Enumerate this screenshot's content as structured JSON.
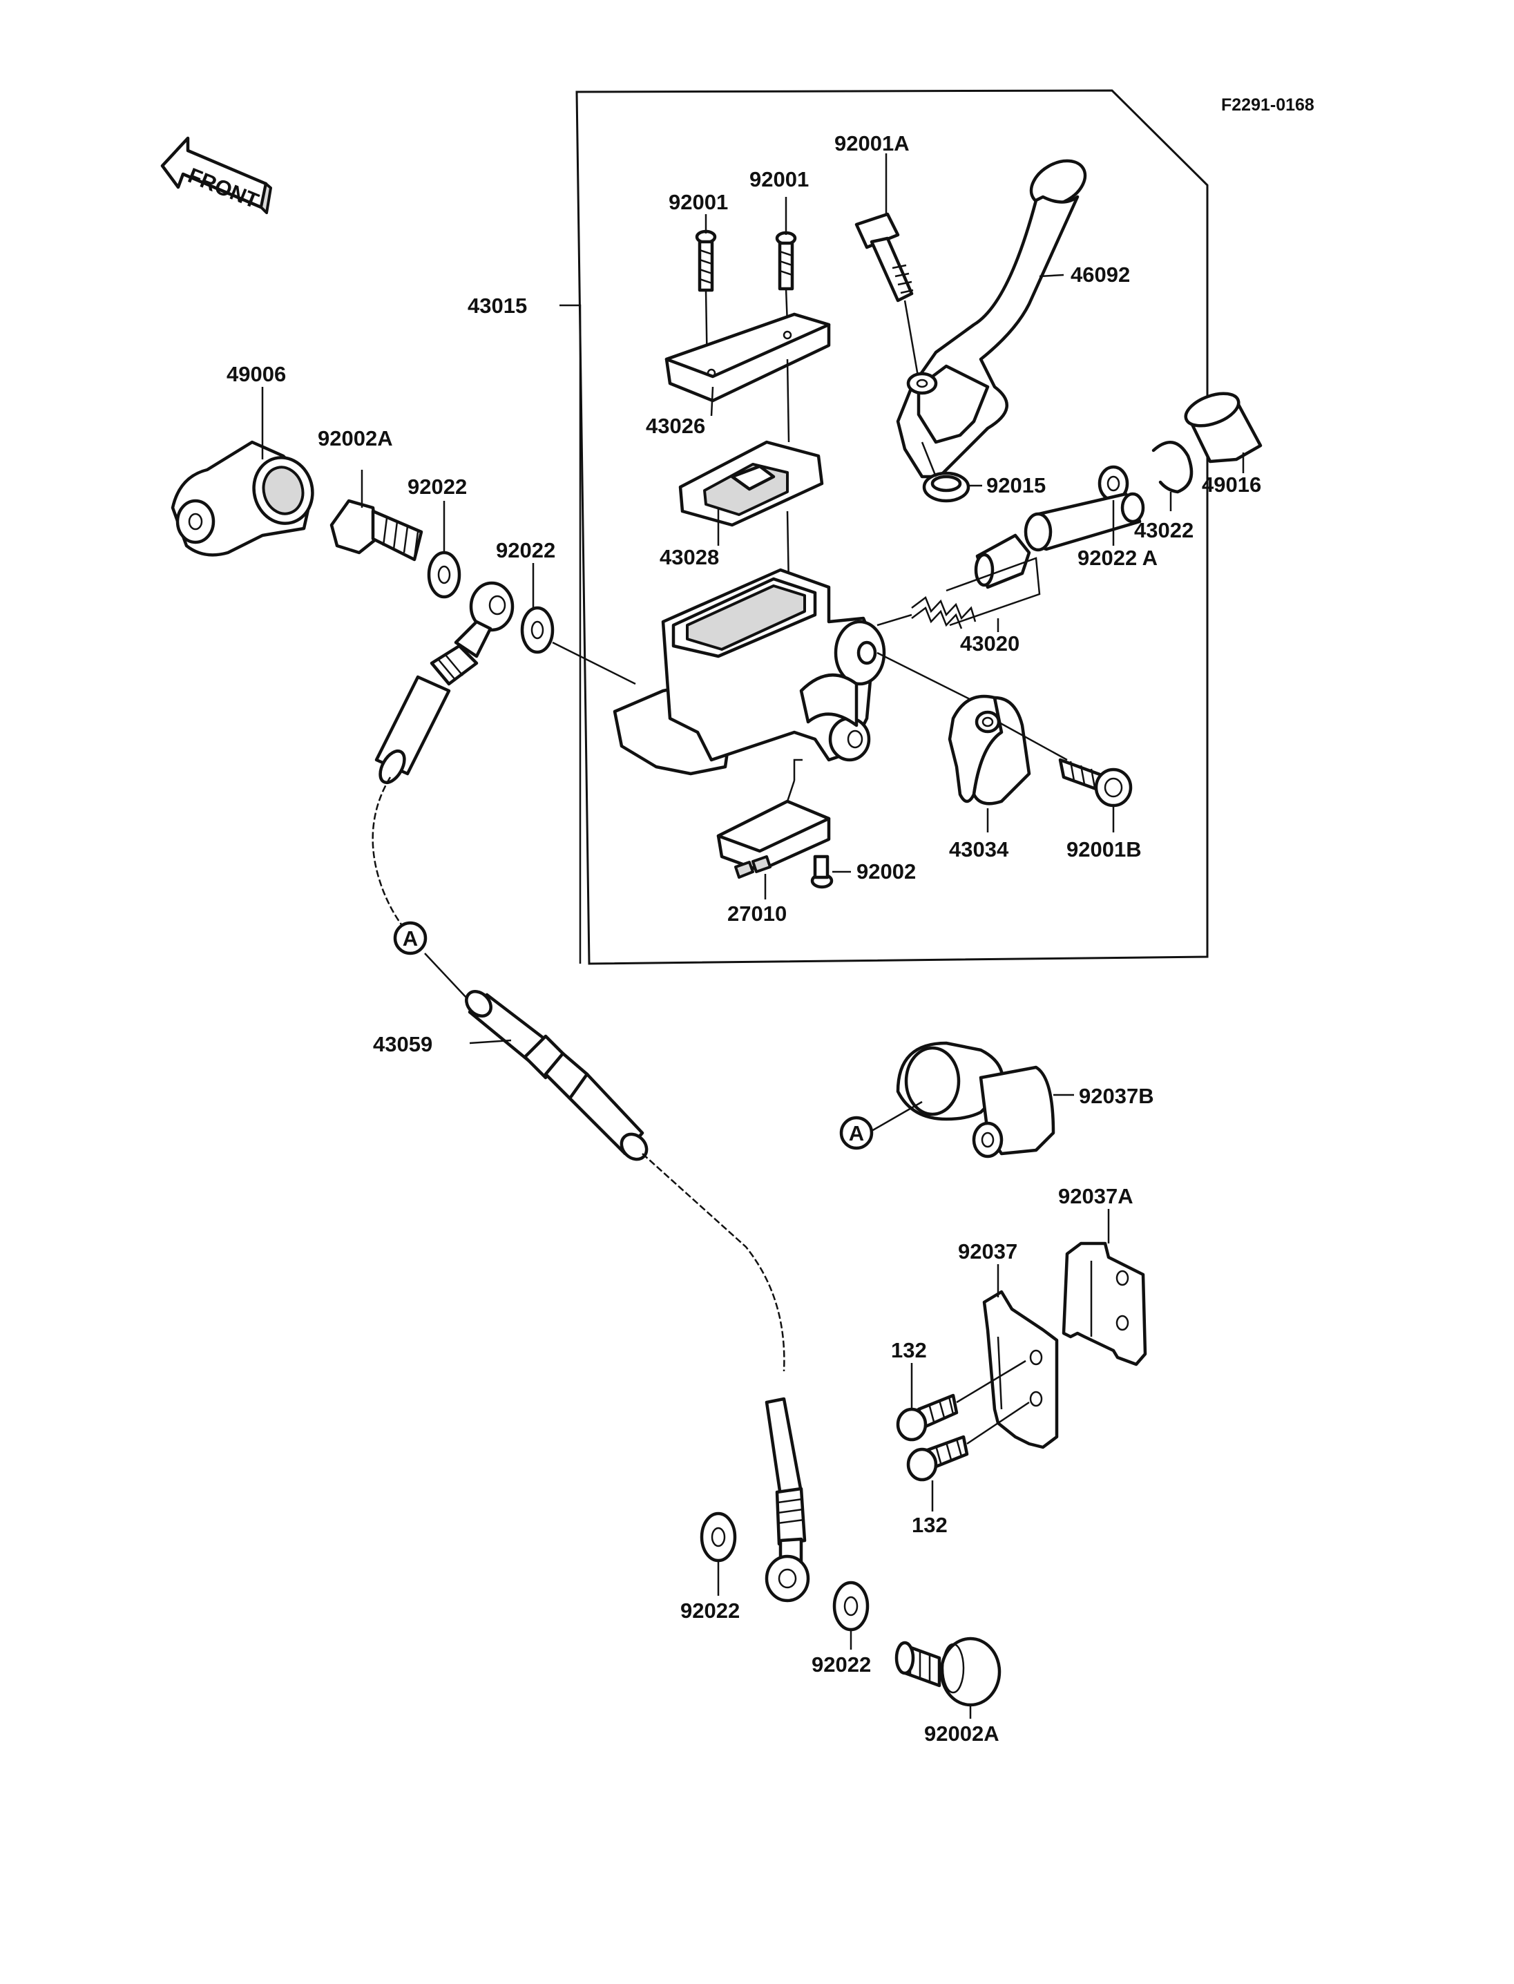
{
  "diagram_code": "F2291-0168",
  "front_label": "FRONT",
  "circle_marker": "A",
  "labels": {
    "p92001A": "92001A",
    "p92001_a": "92001",
    "p92001_b": "92001",
    "p46092": "46092",
    "p43015": "43015",
    "p49006": "49006",
    "p92002A_top": "92002A",
    "p92022_top": "92022",
    "p43026": "43026",
    "p92022_mid": "92022",
    "p43028": "43028",
    "p92015": "92015",
    "p49016": "49016",
    "p43022": "43022",
    "p92022A": "92022 A",
    "p43020": "43020",
    "p43034": "43034",
    "p92001B": "92001B",
    "p92002": "92002",
    "p27010": "27010",
    "p43059": "43059",
    "p92037B": "92037B",
    "p92037A": "92037A",
    "p92037": "92037",
    "p132_top": "132",
    "p132_bot": "132",
    "p92022_bl": "92022",
    "p92022_bm": "92022",
    "p92002A_bot": "92002A"
  }
}
